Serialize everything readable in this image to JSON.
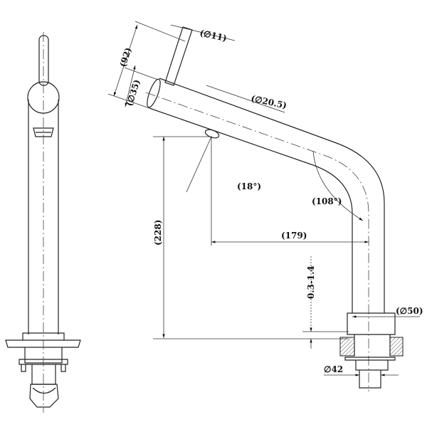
{
  "drawing": {
    "title": "Basin mixer tap dimension drawing",
    "dimensions": {
      "lever_diameter": "(∅11)",
      "lever_height": "(92)",
      "body_diameter": "(∅35)",
      "spout_diameter": "(∅20.5)",
      "aerator_angle": "(18°)",
      "bend_angle": "(108°)",
      "height": "(228)",
      "reach": "(179)",
      "deck_thickness": "0.3-1.4",
      "base_diameter": "(∅50)",
      "hole_diameter": "∅42"
    }
  }
}
